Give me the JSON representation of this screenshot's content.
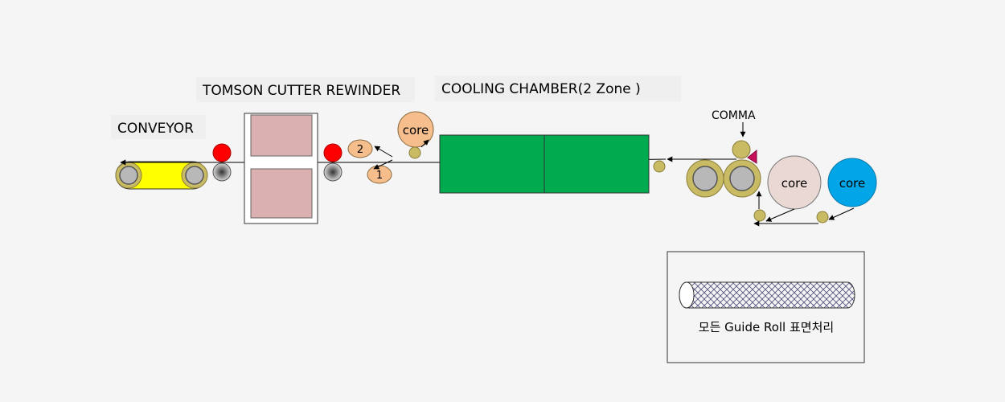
{
  "labels": {
    "conveyor": "CONVEYOR",
    "rewinder": "TOMSON CUTTER  REWINDER",
    "cooling": "COOLING CHAMBER(2 Zone )",
    "comma": "COMMA",
    "core_left": "core",
    "core_mid": "core",
    "core_right": "core",
    "path_1": "1",
    "path_2": "2",
    "legend_caption": "모든 Guide Roll 표면처리"
  },
  "colors": {
    "background": "#f5f5f5",
    "conveyor_belt": "#ffff00",
    "chamber": "#00aa4f",
    "cutter_blade": "#ff0000",
    "guide_roll": "#c8bb64",
    "core_blue": "#00a6e8",
    "core_peach": "#f6be8c",
    "core_pink": "#ead8d4",
    "cutter_block": "#dbb0b0"
  }
}
